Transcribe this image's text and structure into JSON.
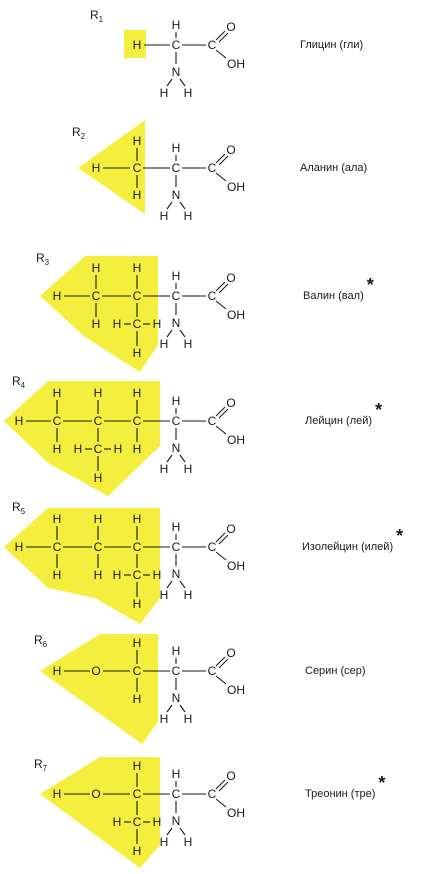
{
  "atoms": {
    "hydrogen": "H",
    "carbon": "C",
    "oxygen": "O",
    "nitrogen": "N",
    "hydroxyl": "OH"
  },
  "r_letter": "R",
  "star": "*",
  "highlight_color": "#f4ef3e",
  "amino_acids": [
    {
      "r_index": "1",
      "name": "Глицин (гли)",
      "essential": false
    },
    {
      "r_index": "2",
      "name": "Аланин (ала)",
      "essential": false
    },
    {
      "r_index": "3",
      "name": "Валин (вал)",
      "essential": true
    },
    {
      "r_index": "4",
      "name": "Лейцин (лей)",
      "essential": true
    },
    {
      "r_index": "5",
      "name": "Изолейцин (илей)",
      "essential": true
    },
    {
      "r_index": "6",
      "name": "Серин (сер)",
      "essential": false
    },
    {
      "r_index": "7",
      "name": "Треонин (тре)",
      "essential": true
    }
  ]
}
